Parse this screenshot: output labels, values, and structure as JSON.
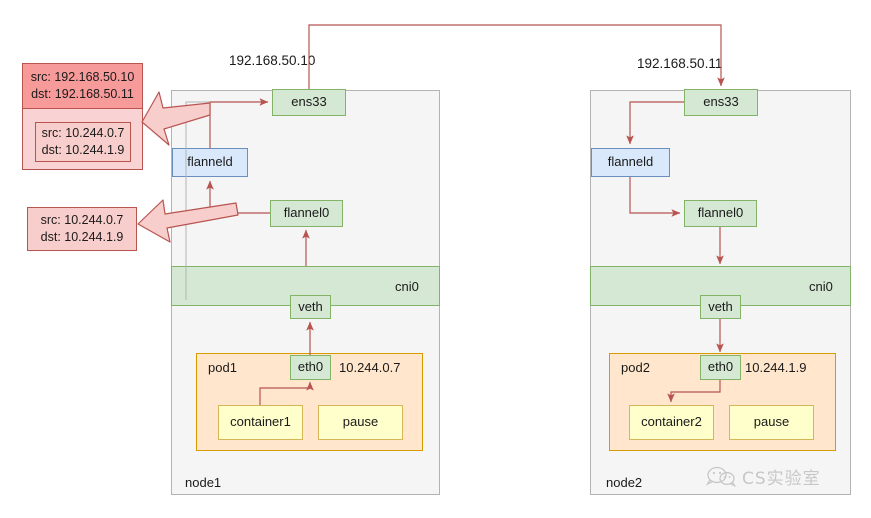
{
  "diagram": {
    "title": "Flannel VXLAN cross-node pod networking",
    "colors": {
      "node_bg": "#f5f5f5",
      "node_border": "#b3b3b3",
      "green_fill": "#d5e8d4",
      "green_border": "#82b366",
      "blue_fill": "#dae8fc",
      "blue_border": "#6c8ebf",
      "pod_fill": "#ffe6cc",
      "pod_border": "#d79b00",
      "container_fill": "#ffffcc",
      "container_border": "#d6b656",
      "packet_outer_fill": "#f9d3d3",
      "packet_head_fill": "#f79a9a",
      "packet_inner_fill": "#f8cecc",
      "packet_border": "#b85450",
      "arrow_line": "#b85450",
      "block_arrow_fill": "#f8cecc"
    }
  },
  "packets": {
    "encapsulated": {
      "outer_header": {
        "src_line": "src: 192.168.50.10",
        "dst_line": "dst: 192.168.50.11"
      },
      "inner_payload": {
        "src_line": "src: 10.244.0.7",
        "dst_line": "dst: 10.244.1.9"
      }
    },
    "original": {
      "src_line": "src: 10.244.0.7",
      "dst_line": "dst: 10.244.1.9"
    }
  },
  "nodes": [
    {
      "id": "node1",
      "label": "node1",
      "host_ip": "192.168.50.10",
      "interfaces": {
        "ens33": "ens33",
        "flanneld": "flanneld",
        "flannel0": "flannel0",
        "cni0": "cni0",
        "veth": "veth"
      },
      "pod": {
        "label": "pod1",
        "ip": "10.244.0.7",
        "eth0": "eth0",
        "containers": [
          "container1",
          "pause"
        ]
      }
    },
    {
      "id": "node2",
      "label": "node2",
      "host_ip": "192.168.50.11",
      "interfaces": {
        "ens33": "ens33",
        "flanneld": "flanneld",
        "flannel0": "flannel0",
        "cni0": "cni0",
        "veth": "veth"
      },
      "pod": {
        "label": "pod2",
        "ip": "10.244.1.9",
        "eth0": "eth0",
        "containers": [
          "container2",
          "pause"
        ]
      }
    }
  ],
  "watermark": {
    "text": "CS实验室",
    "icon": "wechat-icon"
  }
}
